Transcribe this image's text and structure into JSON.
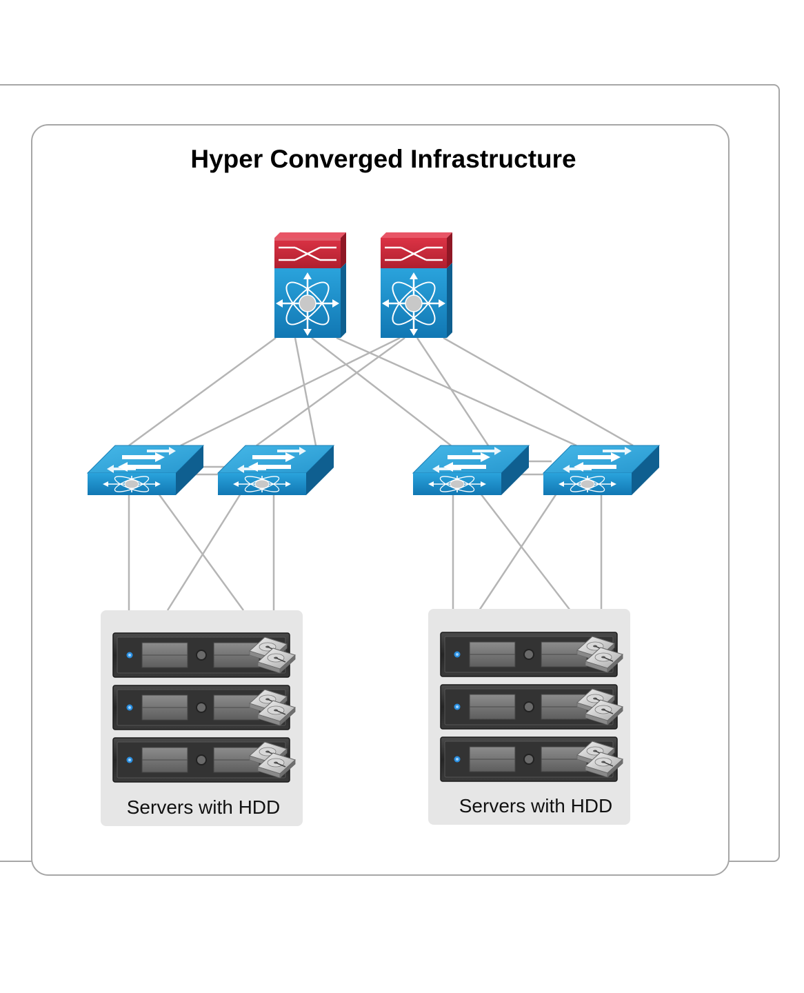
{
  "diagram": {
    "title": "Hyper Converged Infrastructure",
    "core_switches": [
      {
        "id": "core-1",
        "icon": "nexus-core-switch-icon"
      },
      {
        "id": "core-2",
        "icon": "nexus-core-switch-icon"
      }
    ],
    "access_switches": [
      {
        "id": "access-1",
        "icon": "layer3-switch-icon"
      },
      {
        "id": "access-2",
        "icon": "layer3-switch-icon"
      },
      {
        "id": "access-3",
        "icon": "layer3-switch-icon"
      },
      {
        "id": "access-4",
        "icon": "layer3-switch-icon"
      }
    ],
    "server_groups": [
      {
        "id": "group-left",
        "label": "Servers with HDD",
        "servers": 3,
        "icon": "rack-server-with-hdd-icon"
      },
      {
        "id": "group-right",
        "label": "Servers with HDD",
        "servers": 3,
        "icon": "rack-server-with-hdd-icon"
      }
    ],
    "connections": [
      [
        "core-1",
        "access-1"
      ],
      [
        "core-1",
        "access-2"
      ],
      [
        "core-1",
        "access-3"
      ],
      [
        "core-1",
        "access-4"
      ],
      [
        "core-2",
        "access-1"
      ],
      [
        "core-2",
        "access-2"
      ],
      [
        "core-2",
        "access-3"
      ],
      [
        "core-2",
        "access-4"
      ],
      [
        "access-1",
        "access-2"
      ],
      [
        "access-3",
        "access-4"
      ],
      [
        "access-1",
        "group-left"
      ],
      [
        "access-2",
        "group-left"
      ],
      [
        "access-3",
        "group-right"
      ],
      [
        "access-4",
        "group-right"
      ]
    ],
    "colors": {
      "frame_stroke": "#a6a6a6",
      "line": "#b5b5b5",
      "switch_blue": "#1f8fc9",
      "switch_red": "#c9283a",
      "group_bg": "#e6e6e6",
      "server_body": "#2c2c2c"
    }
  }
}
